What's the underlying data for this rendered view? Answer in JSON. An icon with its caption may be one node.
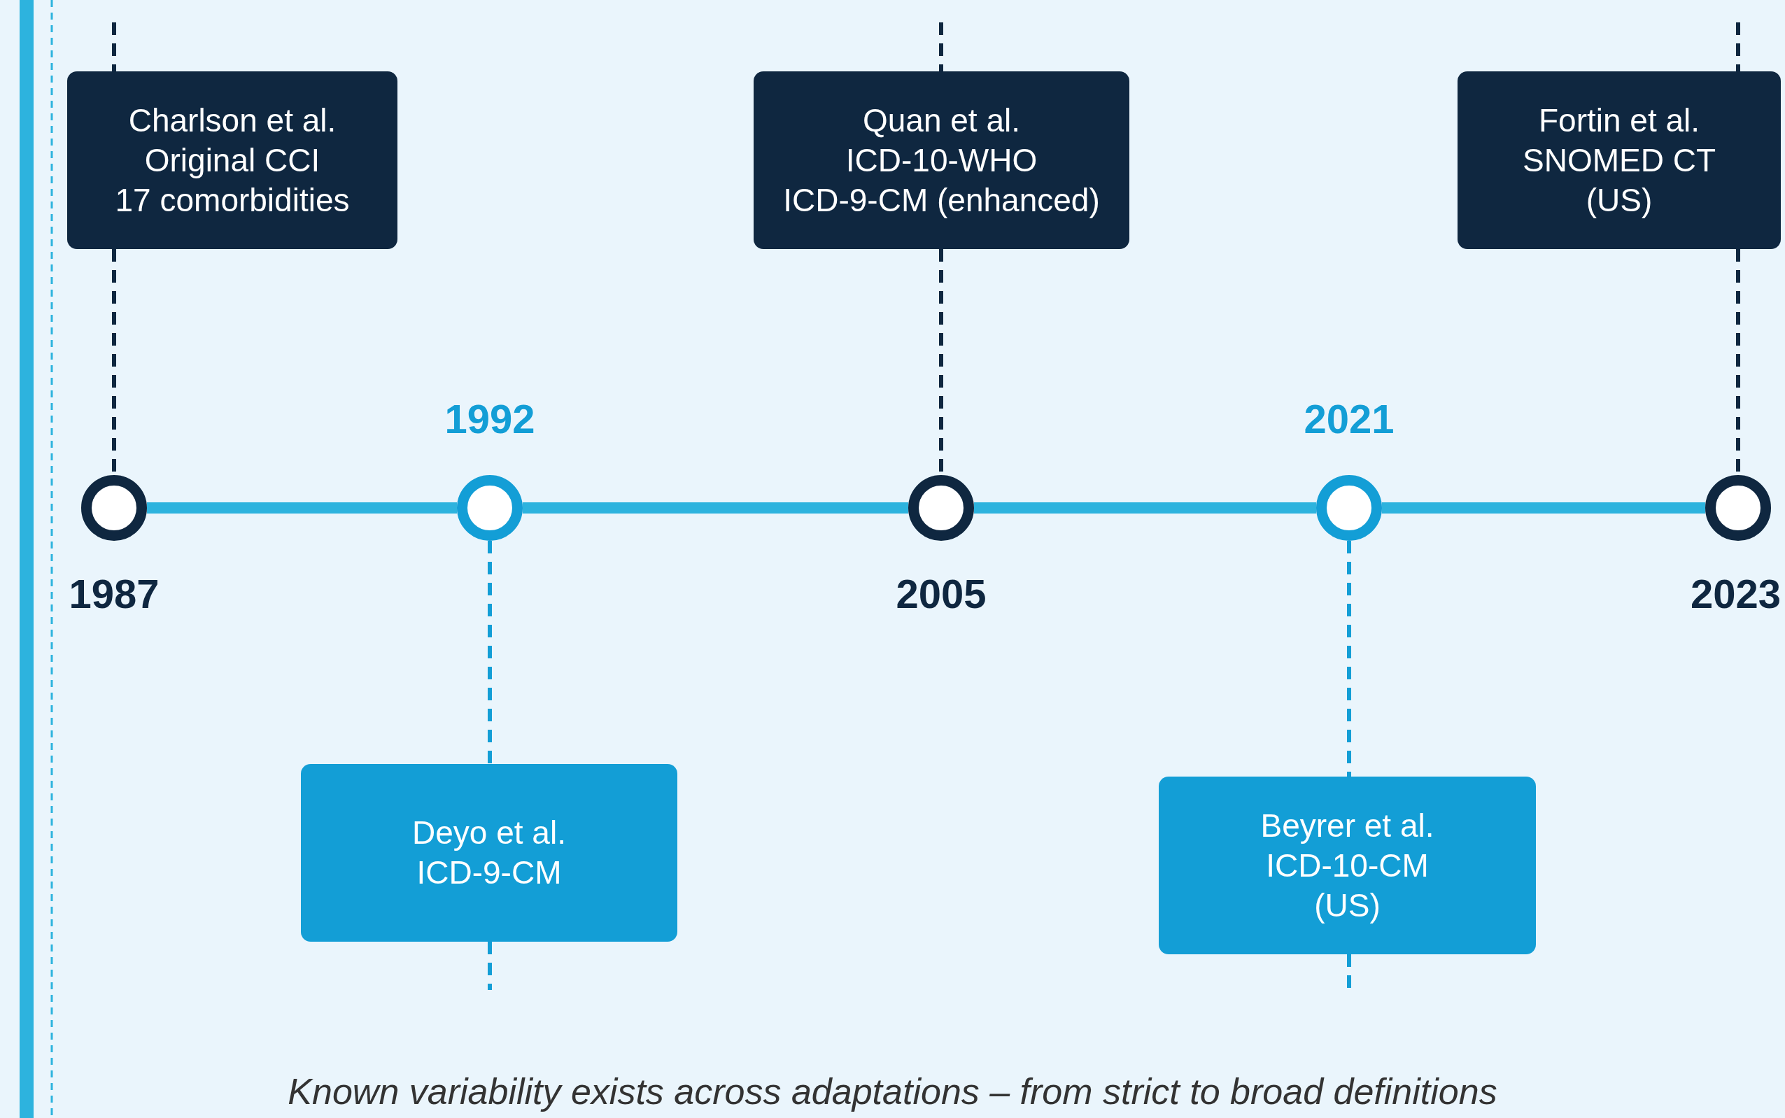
{
  "diagram": {
    "nodes": [
      {
        "text": [
          "Charlson et al.",
          "Original CCI",
          "17 comorbidities"
        ]
      },
      {
        "text": [
          "Quan et al.",
          "ICD-10-WHO",
          "ICD-9-CM (enhanced)"
        ]
      },
      {
        "text": [
          "Fortin et al.",
          "SNOMED CT",
          "(US)"
        ]
      },
      {
        "text": [],
        "shape": "circle",
        "beside": [
          "1987"
        ]
      },
      {
        "text": [],
        "shape": "circle",
        "beside": [
          "1992"
        ]
      },
      {
        "text": [],
        "shape": "circle",
        "beside": [
          "2005"
        ]
      },
      {
        "text": [],
        "shape": "circle",
        "beside": [
          "2021"
        ]
      },
      {
        "text": [],
        "shape": "circle",
        "beside": [
          "2023"
        ]
      },
      {
        "text": [
          "Deyo et al.",
          "ICD-9-CM"
        ]
      },
      {
        "text": [
          "Beyrer et al.",
          "ICD-10-CM",
          "(US)"
        ]
      }
    ],
    "edges": [
      {
        "from": 0,
        "to": 3,
        "arrow": "none",
        "style": "dashed",
        "color": "#0f2740"
      },
      {
        "from": 1,
        "to": 5,
        "arrow": "none",
        "style": "dashed",
        "color": "#0f2740"
      },
      {
        "from": 2,
        "to": 7,
        "arrow": "none",
        "style": "dashed",
        "color": "#0f2740"
      },
      {
        "from": 4,
        "to": 8,
        "arrow": "none",
        "style": "dashed",
        "color": "#139ed6"
      },
      {
        "from": 6,
        "to": 9,
        "arrow": "none",
        "style": "dashed",
        "color": "#139ed6"
      },
      {
        "from": 3,
        "to": 4,
        "arrow": "none",
        "style": "thick",
        "color": "#2db3de"
      },
      {
        "from": 4,
        "to": 5,
        "arrow": "none",
        "style": "thick",
        "color": "#2db3de"
      },
      {
        "from": 5,
        "to": 6,
        "arrow": "none",
        "style": "thick",
        "color": "#2db3de"
      },
      {
        "from": 6,
        "to": 7,
        "arrow": "none",
        "style": "thick",
        "color": "#2db3de"
      }
    ],
    "caption": "Known variability exists across adaptations – from strict to broad definitions"
  }
}
